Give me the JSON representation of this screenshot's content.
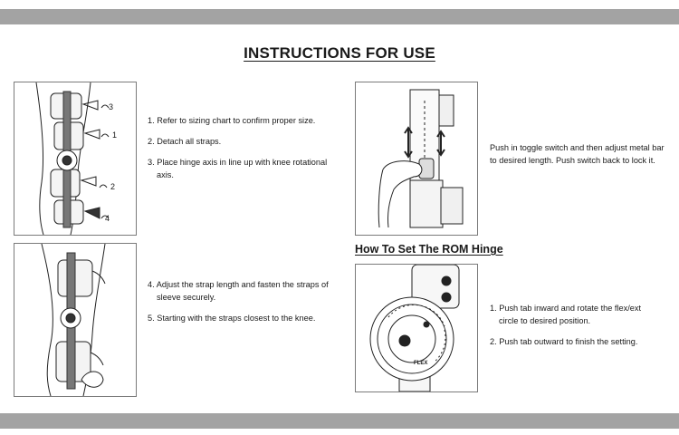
{
  "main_title": "INSTRUCTIONS FOR USE",
  "rom_title": "How To Set The ROM Hinge",
  "panel1": {
    "strap_numbers": [
      "3",
      "1",
      "2",
      "4"
    ],
    "steps": [
      {
        "first": "1. Refer to sizing chart to confirm proper size.",
        "second": ""
      },
      {
        "first": "2. Detach all straps.",
        "second": ""
      },
      {
        "first": "3. Place hinge axis in line up with knee rotational",
        "second": "axis."
      }
    ]
  },
  "panel2": {
    "steps": [
      {
        "first": "4. Adjust the strap length and fasten the straps of",
        "second": "sleeve securely."
      },
      {
        "first": "5. Starting with the straps closest to the knee.",
        "second": ""
      }
    ]
  },
  "panel3": {
    "lines": [
      "Push in toggle switch and then adjust metal bar",
      "to desired length. Push switch back to lock it."
    ]
  },
  "panel4": {
    "dial_label": "FLEX",
    "steps": [
      {
        "first": "1. Push tab inward and rotate the flex/ext",
        "second": "circle to desired position."
      },
      {
        "first": "2. Push tab outward to finish the setting.",
        "second": ""
      }
    ]
  }
}
